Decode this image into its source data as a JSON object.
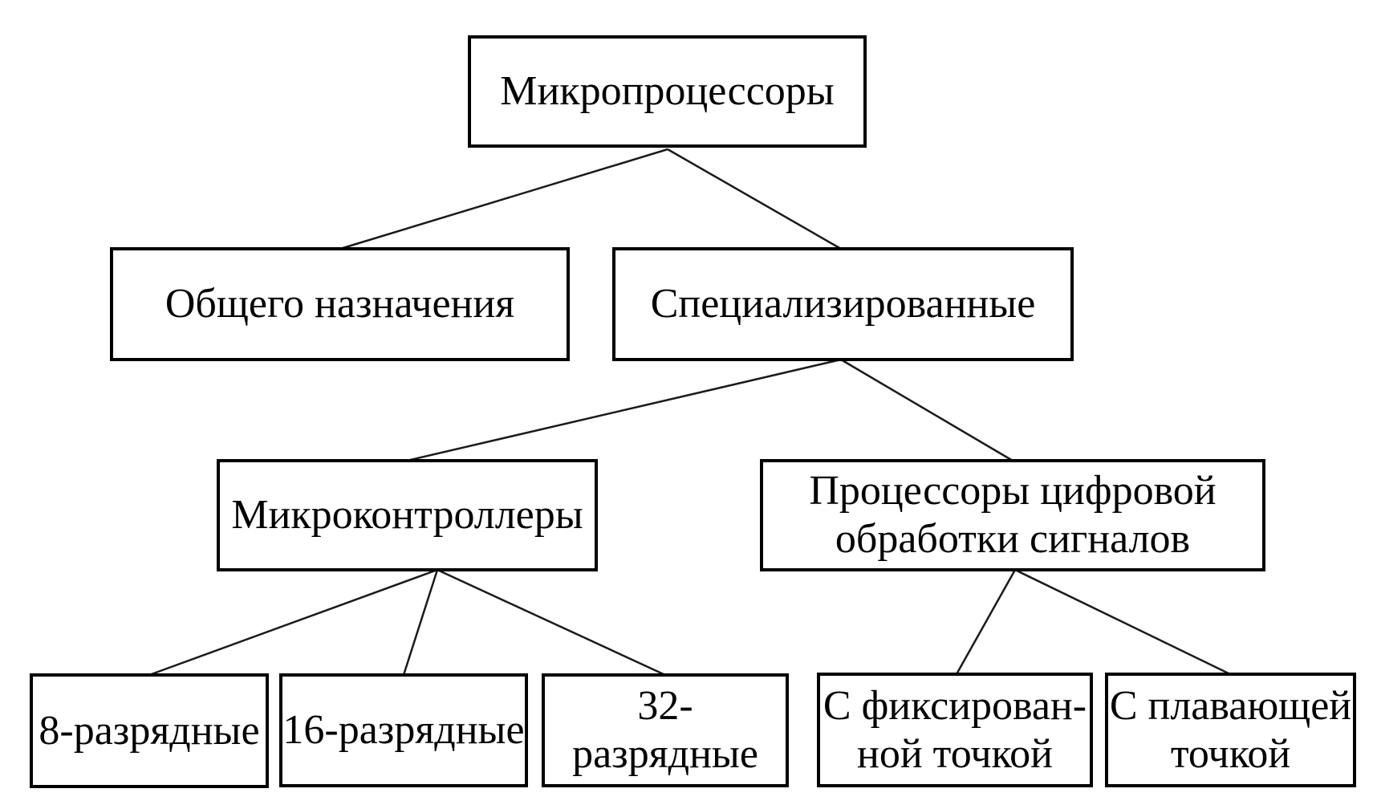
{
  "diagram": {
    "type": "tree",
    "language": "ru",
    "nodes": {
      "root": {
        "label": "Микропроцессоры"
      },
      "general_purpose": {
        "label": "Общего назначения"
      },
      "specialized": {
        "label": "Специализированные"
      },
      "microcontrollers": {
        "label": "Микроконтроллеры"
      },
      "dsp": {
        "label": "Процессоры цифровой\nобработки сигналов"
      },
      "bit_8": {
        "label": "8-разрядные"
      },
      "bit_16": {
        "label": "16-разрядные"
      },
      "bit_32": {
        "label": "32-разрядные"
      },
      "fixed_point": {
        "label": "С фиксирован-\nной точкой"
      },
      "floating_point": {
        "label": "С плавающей\nточкой"
      }
    },
    "edges": [
      {
        "from": "root",
        "to": "general_purpose"
      },
      {
        "from": "root",
        "to": "specialized"
      },
      {
        "from": "specialized",
        "to": "microcontrollers"
      },
      {
        "from": "specialized",
        "to": "dsp"
      },
      {
        "from": "microcontrollers",
        "to": "bit_8"
      },
      {
        "from": "microcontrollers",
        "to": "bit_16"
      },
      {
        "from": "microcontrollers",
        "to": "bit_32"
      },
      {
        "from": "dsp",
        "to": "fixed_point"
      },
      {
        "from": "dsp",
        "to": "floating_point"
      }
    ],
    "colors": {
      "background": "#ffffff",
      "box_border": "#000000",
      "text": "#000000",
      "connector": "#1a1a1a"
    }
  }
}
